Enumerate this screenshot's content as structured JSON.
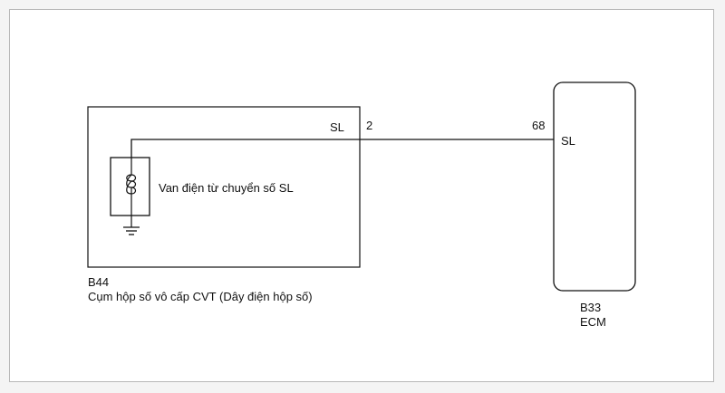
{
  "diagram": {
    "left_component": {
      "code": "B44",
      "name": "Cụm hộp số vô cấp CVT (Dây điện hộp số)",
      "terminal_name": "SL",
      "pin": "2",
      "inner_component": "Van điện từ chuyển số SL"
    },
    "right_component": {
      "code": "B33",
      "name": "ECM",
      "terminal_name": "SL",
      "pin": "68"
    },
    "colors": {
      "line": "#111111",
      "background": "#ffffff",
      "frame_border": "#b8b8b8"
    }
  }
}
